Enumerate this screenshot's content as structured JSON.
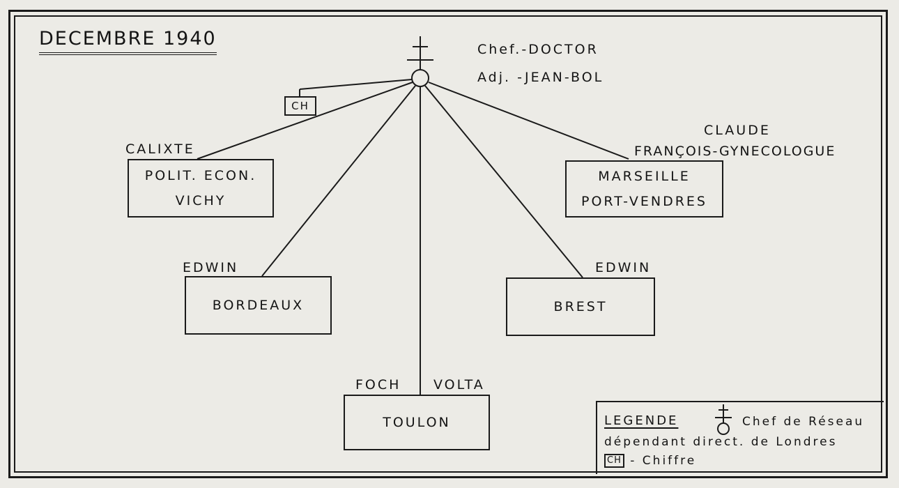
{
  "title": "DECEMBRE 1940",
  "chief": {
    "chef": "Chef.-DOCTOR",
    "adjoint": "Adj. -JEAN-BOL"
  },
  "cipher_marker": "CH",
  "labels": {
    "calixte": "CALIXTE",
    "claude": "CLAUDE",
    "francois": "FRANÇOIS-GYNECOLOGUE",
    "edwin_left": "EDWIN",
    "edwin_right": "EDWIN",
    "foch": "FOCH",
    "volta": "VOLTA"
  },
  "boxes": {
    "vichy": {
      "line1": "POLIT. ECON.",
      "line2": "VICHY"
    },
    "marseille": {
      "line1": "MARSEILLE",
      "line2": "PORT-VENDRES"
    },
    "bordeaux": {
      "line1": "BORDEAUX"
    },
    "brest": {
      "line1": "BREST"
    },
    "toulon": {
      "line1": "TOULON"
    }
  },
  "legend": {
    "heading": "LEGENDE",
    "chef_text": "Chef de Réseau",
    "line2": "dépendant direct. de Londres",
    "ch_symbol": "CH",
    "ch_text": "- Chiffre"
  }
}
